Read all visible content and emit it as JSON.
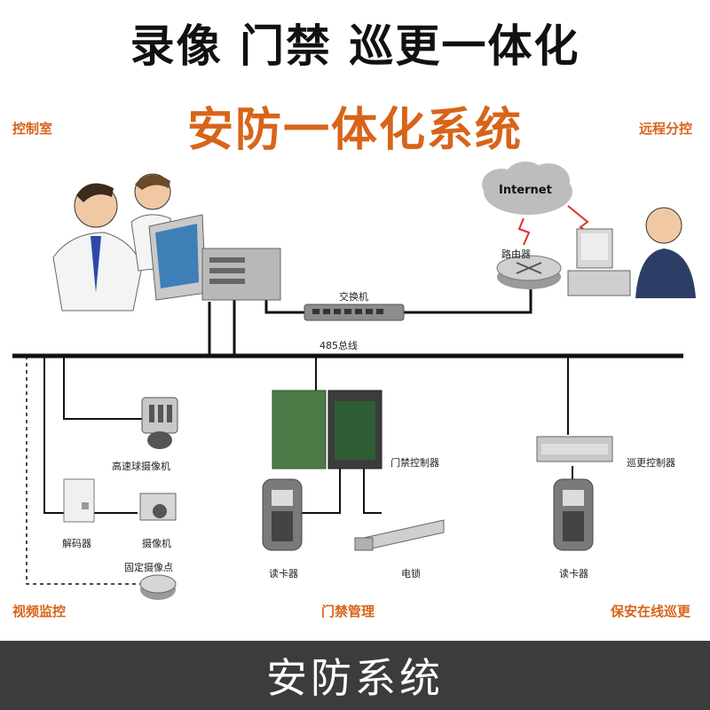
{
  "header": {
    "title": "录像 门禁 巡更一体化",
    "subtitle": "安防一体化系统"
  },
  "zones": {
    "control_room": "控制室",
    "remote_control": "远程分控",
    "video_monitoring": "视频监控",
    "access_management": "门禁管理",
    "security_patrol": "保安在线巡更"
  },
  "nodes": {
    "internet": "Internet",
    "router": "路由器",
    "switch": "交换机",
    "bus_485": "485总线",
    "speed_dome": "高速球摄像机",
    "decoder": "解码器",
    "camera": "摄像机",
    "fixed_camera": "固定摄像点",
    "door_controller": "门禁控制器",
    "card_reader_1": "读卡器",
    "electric_lock": "电锁",
    "card_reader_2": "读卡器",
    "patrol_controller": "巡更控制器"
  },
  "footer": {
    "caption": "安防系统"
  },
  "colors": {
    "accent": "#d8641a",
    "footer_bg": "#3c3c3c",
    "line": "#111111",
    "alarm_link": "#e0302a"
  }
}
